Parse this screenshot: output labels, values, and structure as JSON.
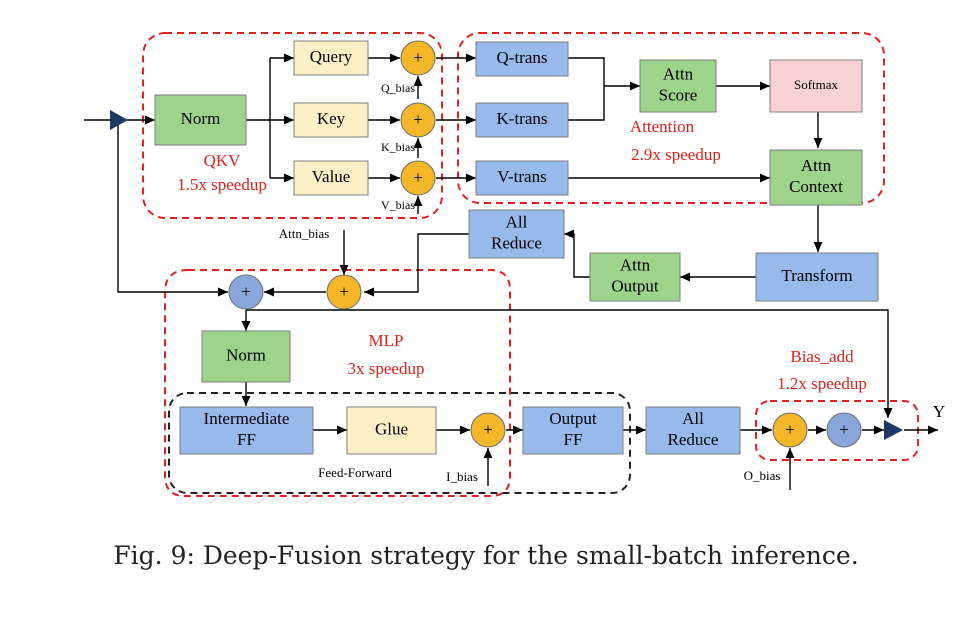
{
  "colors": {
    "green": "#9dd38a",
    "blue": "#97b9ec",
    "yellow": "#fdefc6",
    "pink": "#f8d2d2",
    "adder_fill": "#f4b72a",
    "plus_fill": "#8aa7dc",
    "red_dash": "#e32020",
    "black_dash": "#222222",
    "arrow": "#000000",
    "input_arrow": "#1f3864"
  },
  "blocks": {
    "norm_top": [
      "Norm"
    ],
    "query": [
      "Query"
    ],
    "key": [
      "Key"
    ],
    "value": [
      "Value"
    ],
    "q_trans": [
      "Q-trans"
    ],
    "k_trans": [
      "K-trans"
    ],
    "v_trans": [
      "V-trans"
    ],
    "attn_score": [
      "Attn",
      "Score"
    ],
    "softmax": [
      "Softmax"
    ],
    "attn_context": [
      "Attn",
      "Context"
    ],
    "transform": [
      "Transform"
    ],
    "attn_output": [
      "Attn",
      "Output"
    ],
    "all_reduce_top": [
      "All",
      "Reduce"
    ],
    "norm_mid": [
      "Norm"
    ],
    "intermediate_ff": [
      "Intermediate",
      "FF"
    ],
    "glue": [
      "Glue"
    ],
    "output_ff": [
      "Output",
      "FF"
    ],
    "all_reduce_bottom": [
      "All",
      "Reduce"
    ]
  },
  "ops": {
    "adder_symbol": "+",
    "plus_symbol": "+"
  },
  "labels": {
    "q_bias": "Q_bias",
    "k_bias": "K_bias",
    "v_bias": "V_bias",
    "attn_bias": "Attn_bias",
    "i_bias": "I_bias",
    "o_bias": "O_bias",
    "feed_forward": "Feed-Forward",
    "output_y": "Y"
  },
  "groups": {
    "qkv": [
      "QKV",
      "1.5x speedup"
    ],
    "attention": [
      "Attention",
      "2.9x speedup"
    ],
    "mlp": [
      "MLP",
      "3x speedup"
    ],
    "bias_add": [
      "Bias_add",
      "1.2x speedup"
    ]
  },
  "caption": "Fig. 9: Deep-Fusion strategy for the small-batch inference."
}
